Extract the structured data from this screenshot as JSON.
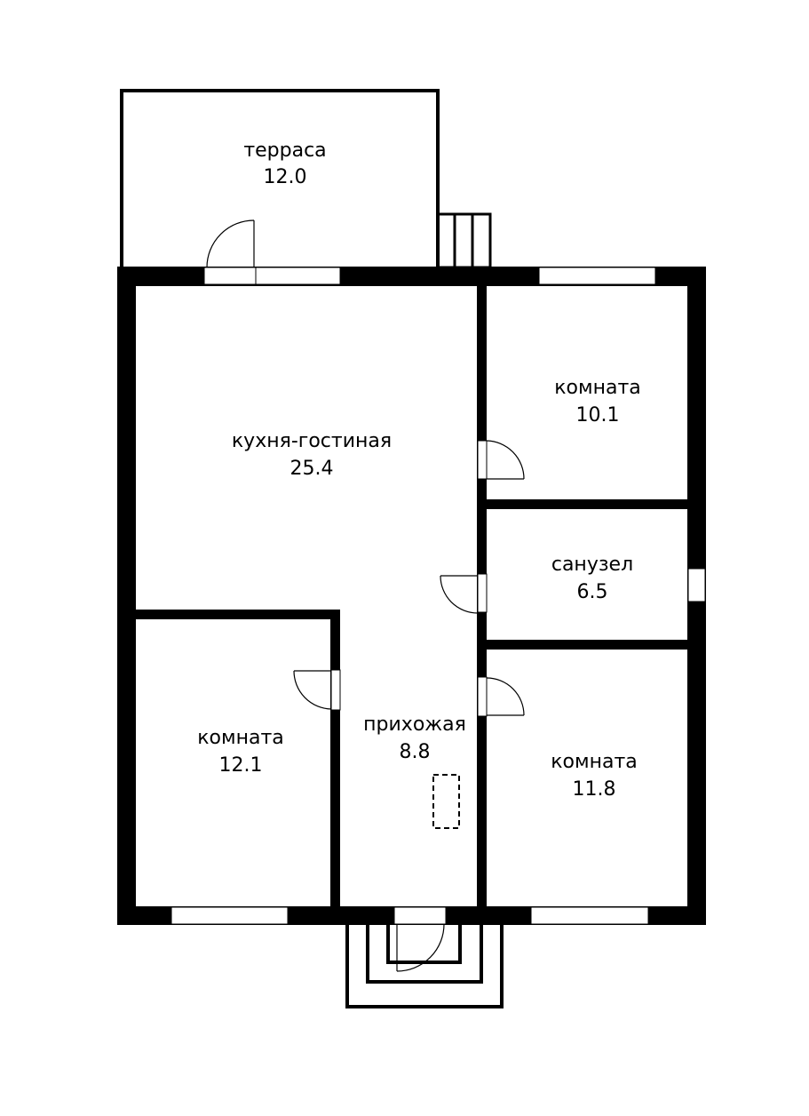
{
  "plan": {
    "rooms": [
      {
        "id": "terrace",
        "name": "терраса",
        "area": "12.0"
      },
      {
        "id": "kitchen",
        "name": "кухня-гостиная",
        "area": "25.4"
      },
      {
        "id": "room1",
        "name": "комната",
        "area": "10.1"
      },
      {
        "id": "bathroom",
        "name": "санузел",
        "area": "6.5"
      },
      {
        "id": "room2",
        "name": "комната",
        "area": "12.1"
      },
      {
        "id": "hallway",
        "name": "прихожая",
        "area": "8.8"
      },
      {
        "id": "room3",
        "name": "комната",
        "area": "11.8"
      }
    ],
    "colors": {
      "wall": "#000000",
      "background": "#ffffff"
    }
  }
}
